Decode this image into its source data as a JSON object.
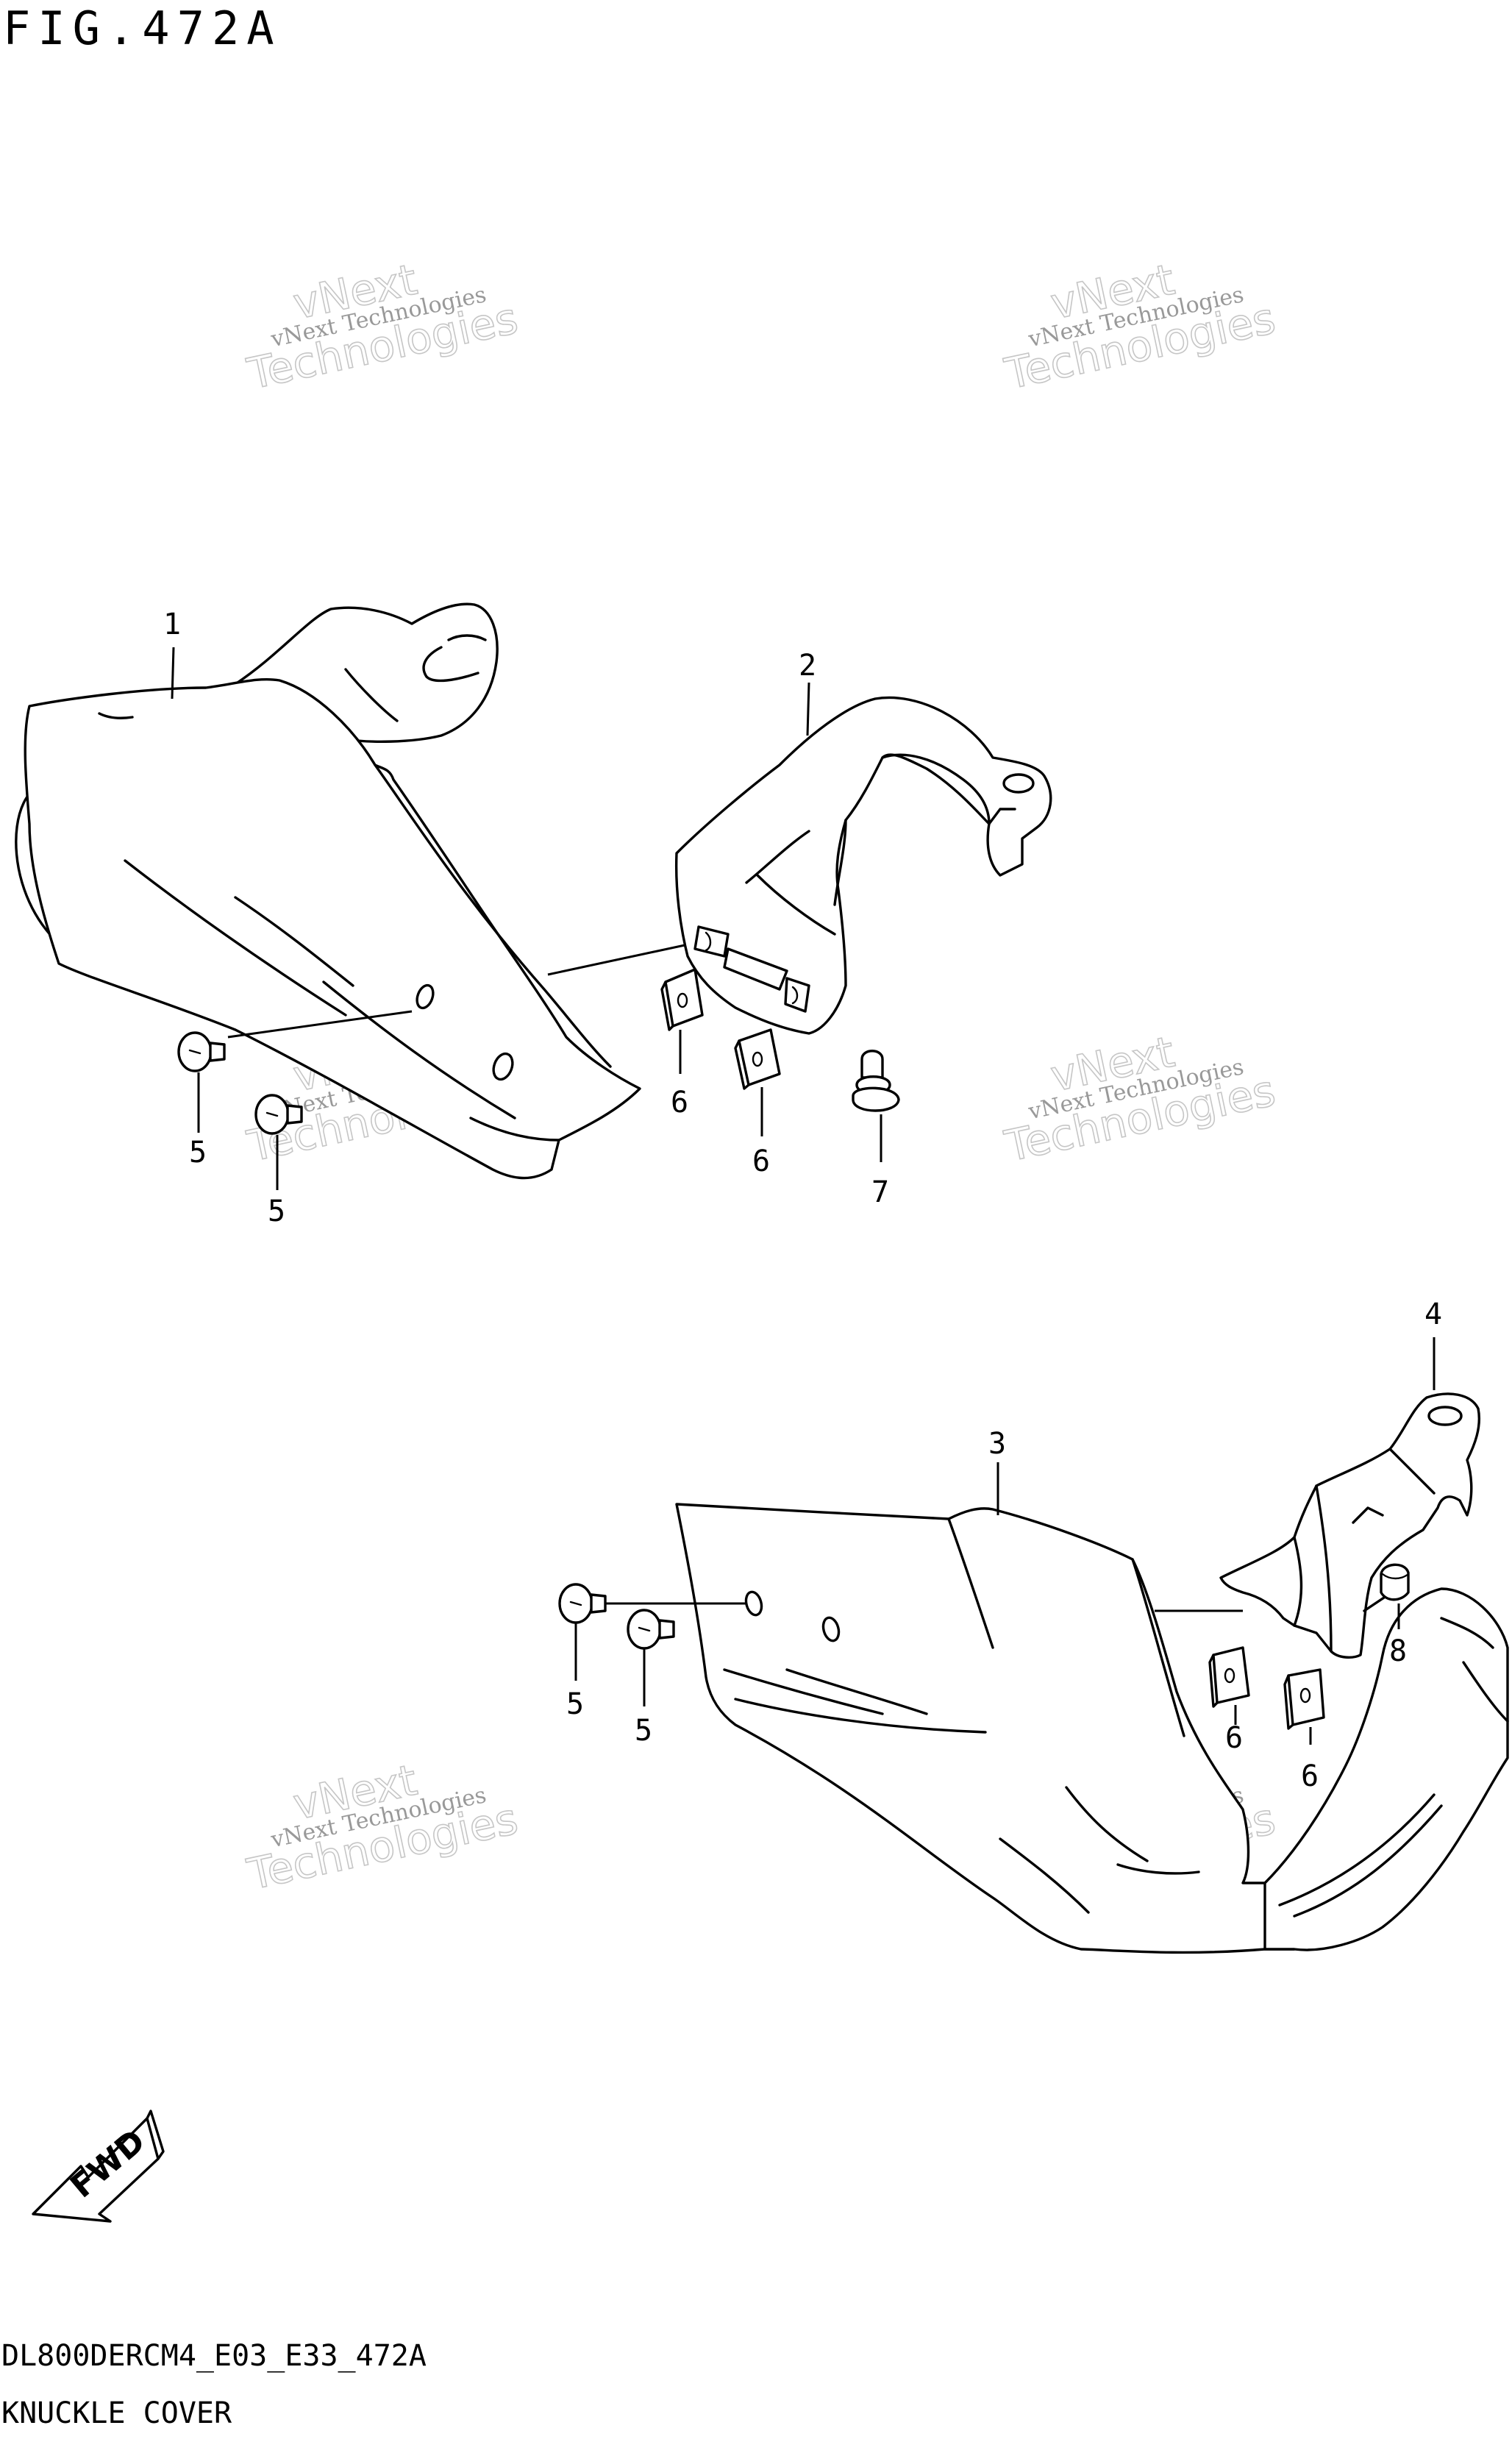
{
  "figure": {
    "title": "FIG.472A",
    "code": "DL800DERCM4_E03_E33_472A",
    "name": "KNUCKLE COVER"
  },
  "callouts": [
    "1",
    "2",
    "3",
    "4",
    "5",
    "6",
    "7",
    "8"
  ],
  "direction_badge": "FWD",
  "watermark": {
    "line1": "vNext Technologies",
    "line2": "vNext",
    "line3": "Technologies"
  }
}
